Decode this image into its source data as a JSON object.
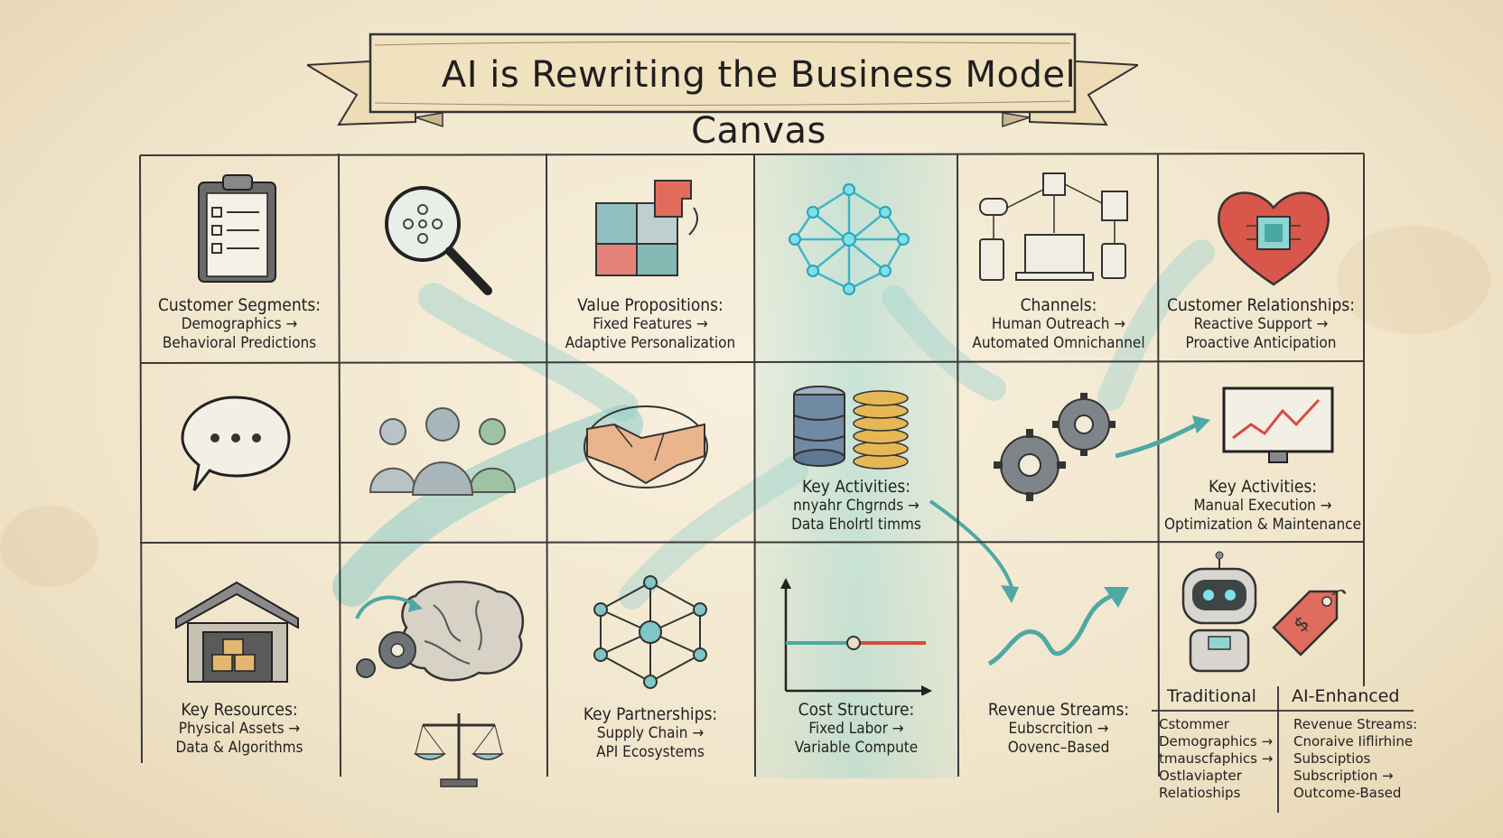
{
  "title": "AI is Rewriting the Business Model Canvas",
  "cells": {
    "customer_segments": {
      "title": "Customer Segments:",
      "line1": "Demographics →",
      "line2": "Behavioral Predictions"
    },
    "value_propositions": {
      "title": "Value Propositions:",
      "line1": "Fixed Features →",
      "line2": "Adaptive Personalization"
    },
    "channels": {
      "title": "Channels:",
      "line1": "Human Outreach →",
      "line2": "Automated Omnichannel"
    },
    "customer_relationships": {
      "title": "Customer Relationships:",
      "line1": "Reactive Support →",
      "line2": "Proactive Anticipation"
    },
    "key_activities_center": {
      "title": "Key Activities:",
      "line1": "nnyahr Chgrnds →",
      "line2": "Data Eholrtl timms"
    },
    "key_activities_right": {
      "title": "Key Activities:",
      "line1": "Manual Execution →",
      "line2": "Optimization & Maintenance"
    },
    "key_resources": {
      "title": "Key Resources:",
      "line1": "Physical Assets →",
      "line2": "Data & Algorithms"
    },
    "key_partnerships": {
      "title": "Key Partnerships:",
      "line1": "Supply Chain →",
      "line2": "API Ecosystems"
    },
    "cost_structure": {
      "title": "Cost Structure:",
      "line1": "Fixed Labor →",
      "line2": "Variable Compute"
    },
    "revenue_streams": {
      "title": "Revenue Streams:",
      "line1": "Eubscrcition →",
      "line2": "Oovenc–Based"
    }
  },
  "comparison": {
    "traditional_header": "Traditional",
    "ai_header": "AI-Enhanced",
    "traditional_lines": [
      "Cstommer",
      "Demographics →",
      "tmauscfaphics →",
      "Ostlaviapter",
      "Relatioships"
    ],
    "ai_lines": [
      "Revenue Streams:",
      "Cnoraive Iiflirhine",
      "Subsciptios",
      "Subscription →",
      "Outcome-Based"
    ]
  },
  "colors": {
    "teal": "#5fb3b3",
    "coral": "#e0705a",
    "paper": "#f4ead3",
    "ink": "#2b2b2b"
  },
  "icons": [
    "clipboard-icon",
    "magnifier-icon",
    "puzzle-icon",
    "neural-network-icon",
    "devices-icon",
    "heart-chip-icon",
    "speech-bubble-icon",
    "people-icon",
    "handshake-icon",
    "database-coins-icon",
    "gears-icon",
    "monitor-chart-icon",
    "warehouse-icon",
    "brain-gear-icon",
    "network-nodes-icon",
    "cost-chart-icon",
    "revenue-wave-icon",
    "robot-icon",
    "price-tag-icon",
    "scales-icon"
  ]
}
